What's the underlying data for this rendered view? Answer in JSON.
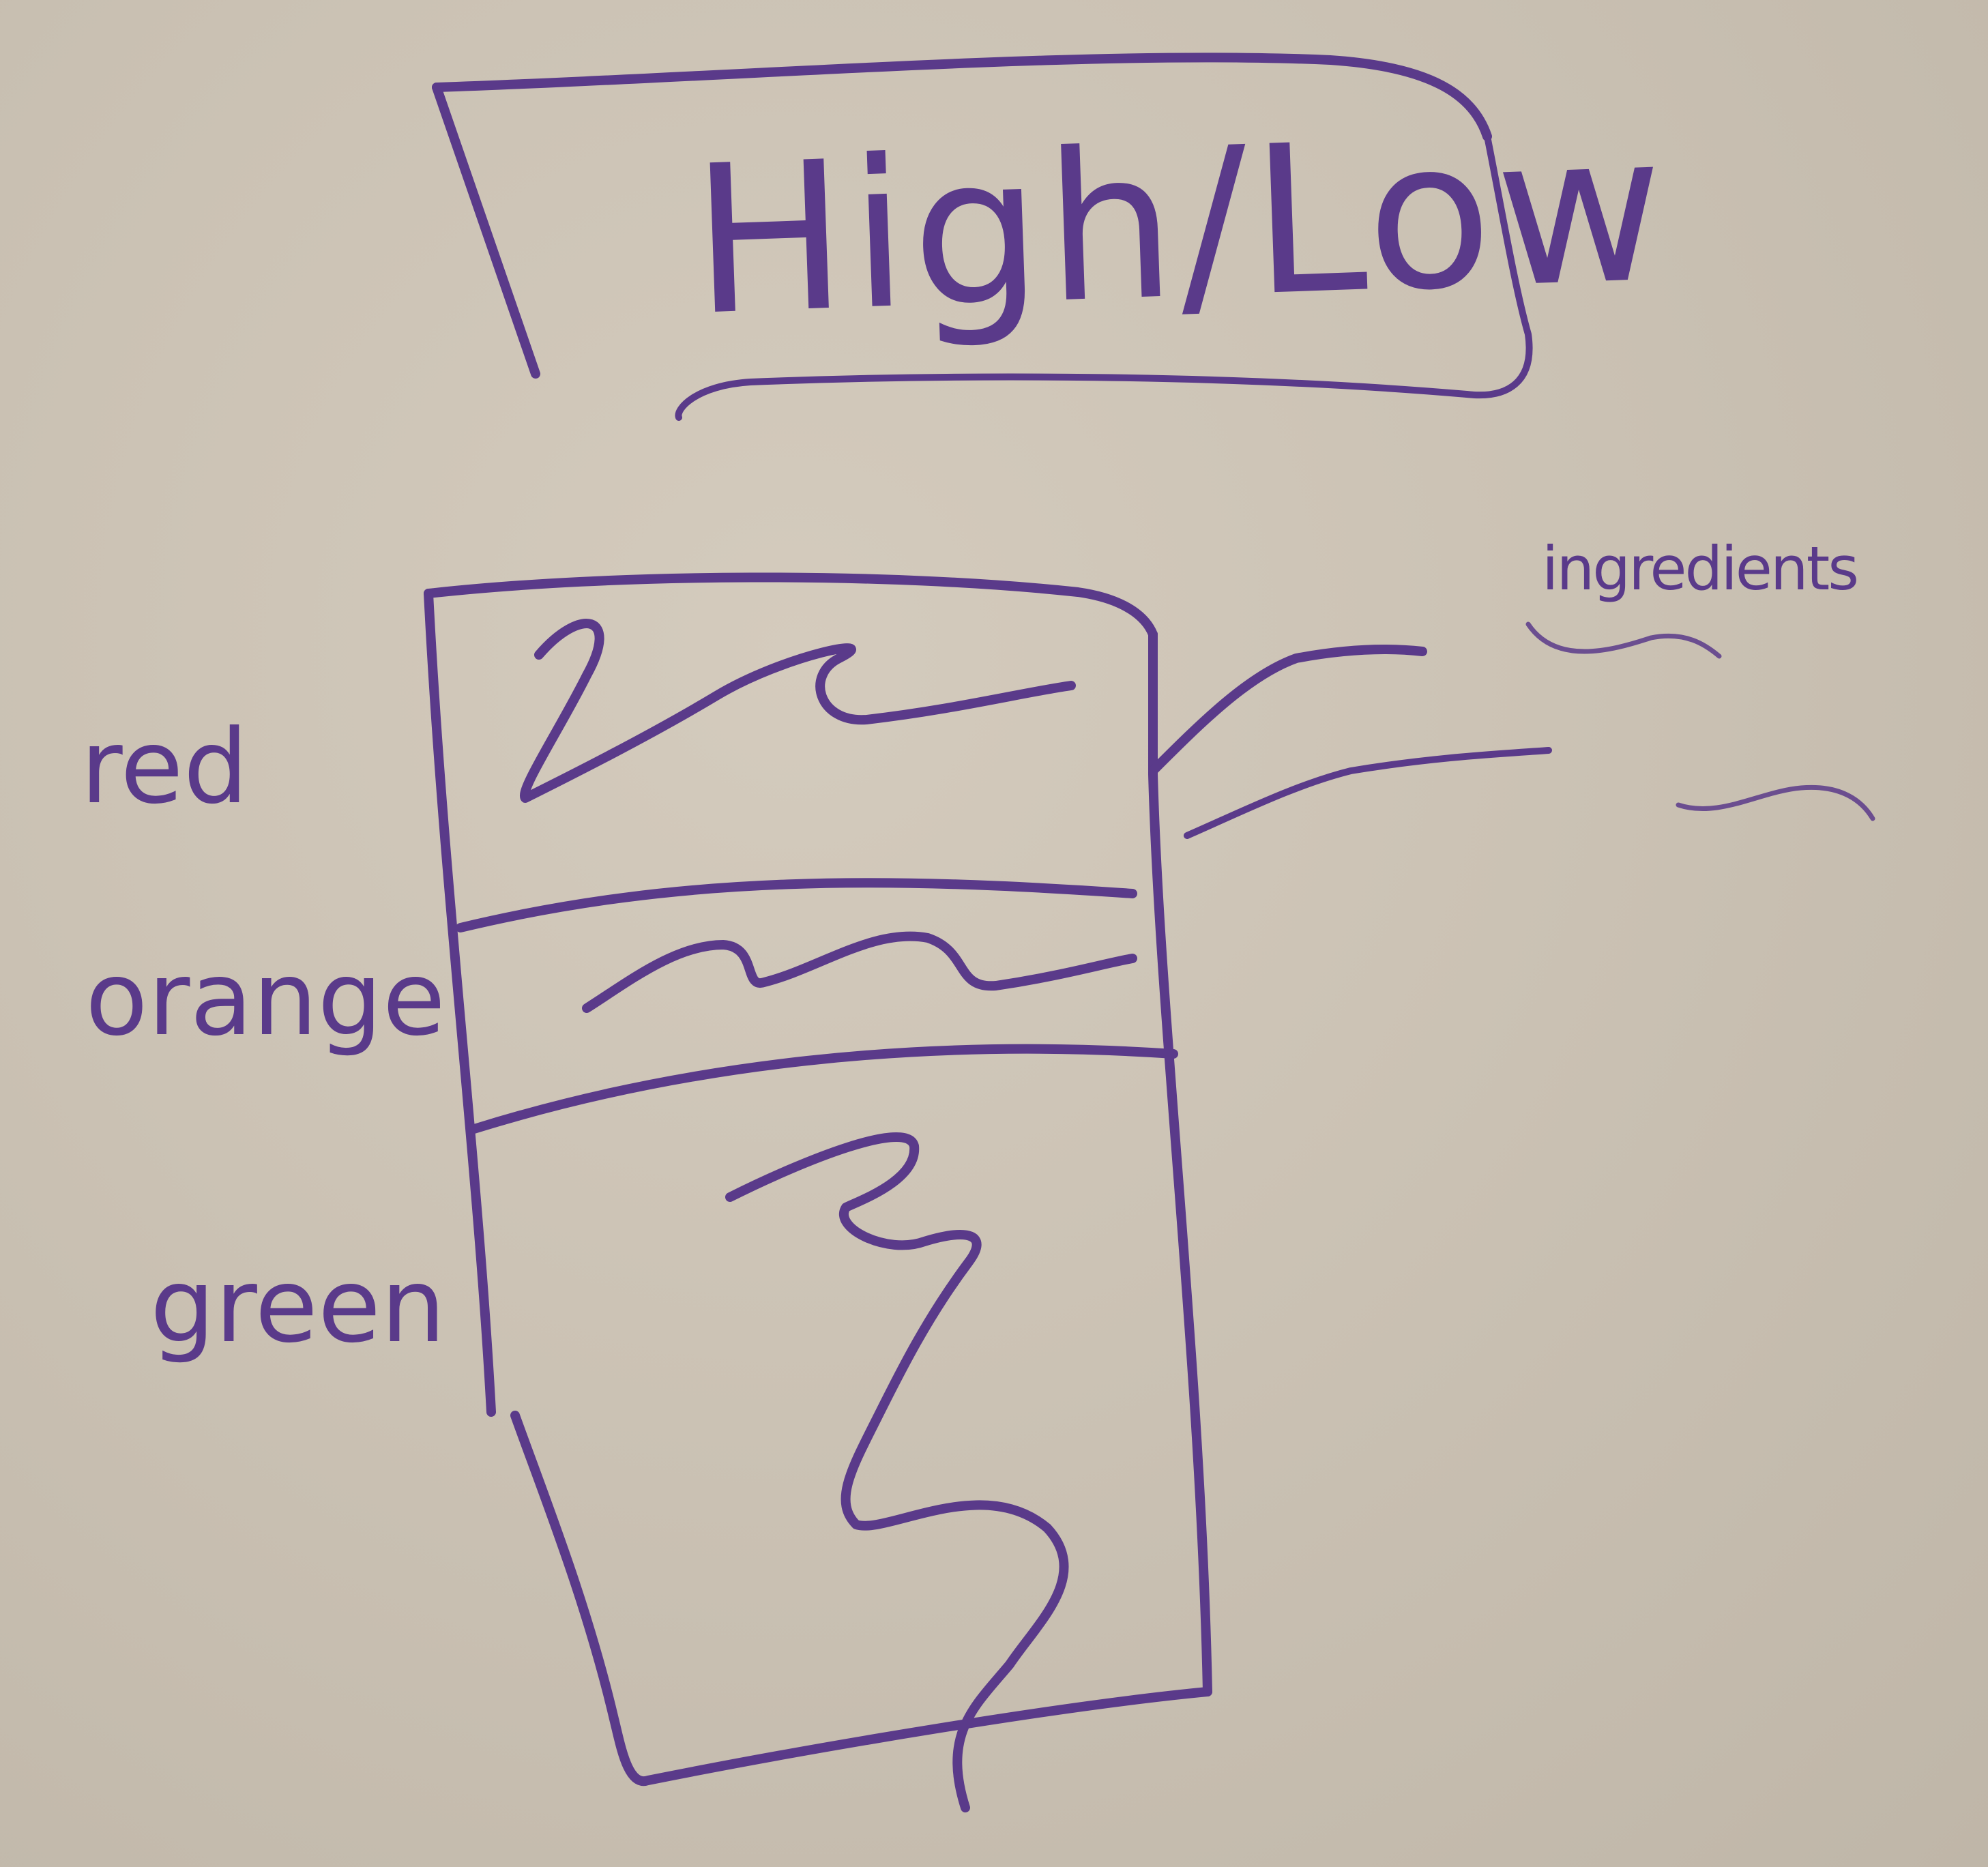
{
  "board": {
    "background": "#cbc2b4",
    "ink_color": "#5a3a8a"
  },
  "title": {
    "text": "High/Low"
  },
  "levels": [
    {
      "label": "red"
    },
    {
      "label": "orange"
    },
    {
      "label": "green"
    }
  ],
  "side_note": {
    "label": "ingredients"
  }
}
